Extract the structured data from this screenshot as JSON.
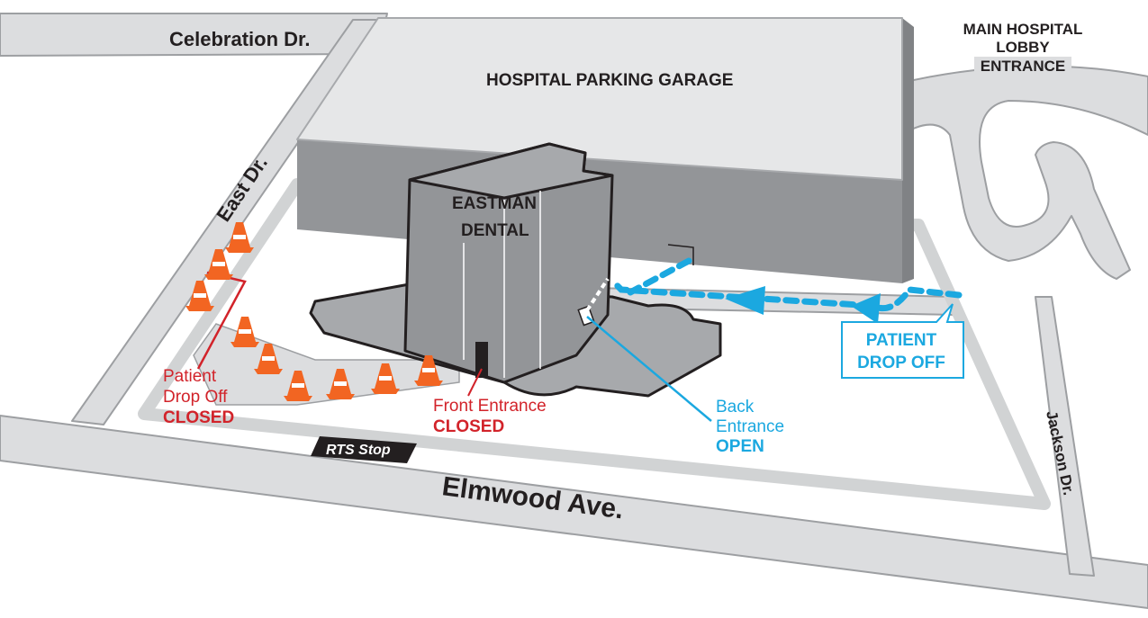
{
  "streets": {
    "celebration": "Celebration Dr.",
    "east": "East Dr.",
    "elmwood": "Elmwood Ave.",
    "jackson": "Jackson Dr."
  },
  "buildings": {
    "garage": "HOSPITAL PARKING GARAGE",
    "dental_line1": "EASTMAN",
    "dental_line2": "DENTAL",
    "lobby_line1": "MAIN HOSPITAL",
    "lobby_line2": "LOBBY",
    "lobby_line3": "ENTRANCE"
  },
  "closed_dropoff": {
    "line1": "Patient",
    "line2": "Drop Off",
    "line3": "CLOSED"
  },
  "front_entrance": {
    "line1": "Front Entrance",
    "line2": "CLOSED"
  },
  "back_entrance": {
    "line1": "Back",
    "line2": "Entrance",
    "line3": "OPEN"
  },
  "open_dropoff": {
    "line1": "PATIENT",
    "line2": "DROP OFF"
  },
  "bus_stop": "RTS Stop",
  "colors": {
    "road": "#dcdddf",
    "road_edge": "#9d9fa2",
    "building": "#a7a9ac",
    "building_dark": "#939598",
    "garage_top": "#e6e7e8",
    "closed_red": "#d2232a",
    "open_blue": "#1ba8e0",
    "cone_orange": "#f26522"
  }
}
